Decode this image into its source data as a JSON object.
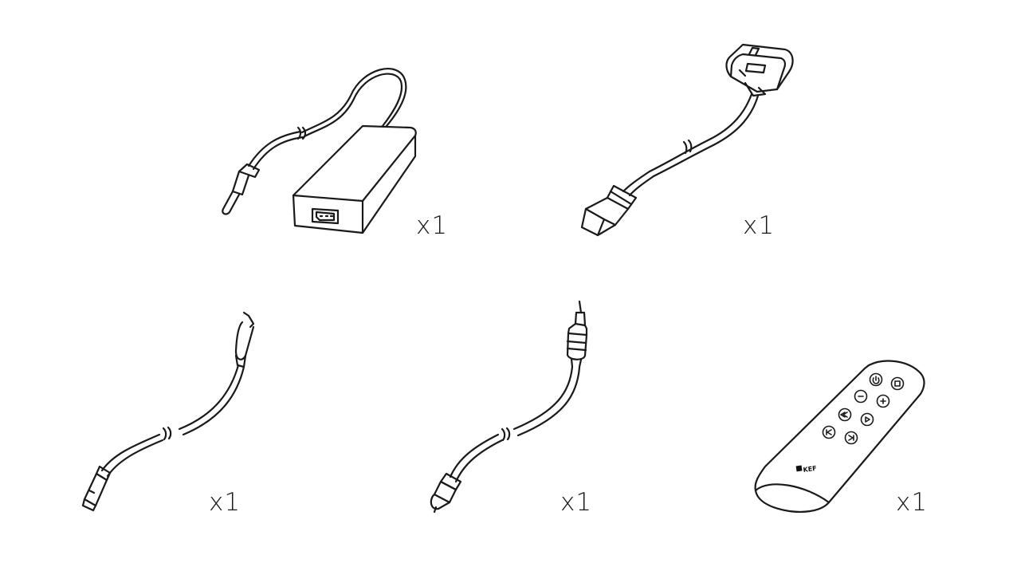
{
  "items": [
    {
      "id": "power-adapter",
      "quantity_label": "x1",
      "icon": "power-adapter-icon"
    },
    {
      "id": "mains-cable",
      "quantity_label": "x1",
      "icon": "mains-plug-cable-icon"
    },
    {
      "id": "usb-cable",
      "quantity_label": "x1",
      "icon": "usb-cable-icon"
    },
    {
      "id": "optical-cable",
      "quantity_label": "x1",
      "icon": "optical-cable-icon"
    },
    {
      "id": "remote-control",
      "quantity_label": "x1",
      "icon": "remote-control-icon",
      "brand_text": "KEF"
    }
  ],
  "colors": {
    "line": "#1a1a1a",
    "background": "#ffffff"
  }
}
